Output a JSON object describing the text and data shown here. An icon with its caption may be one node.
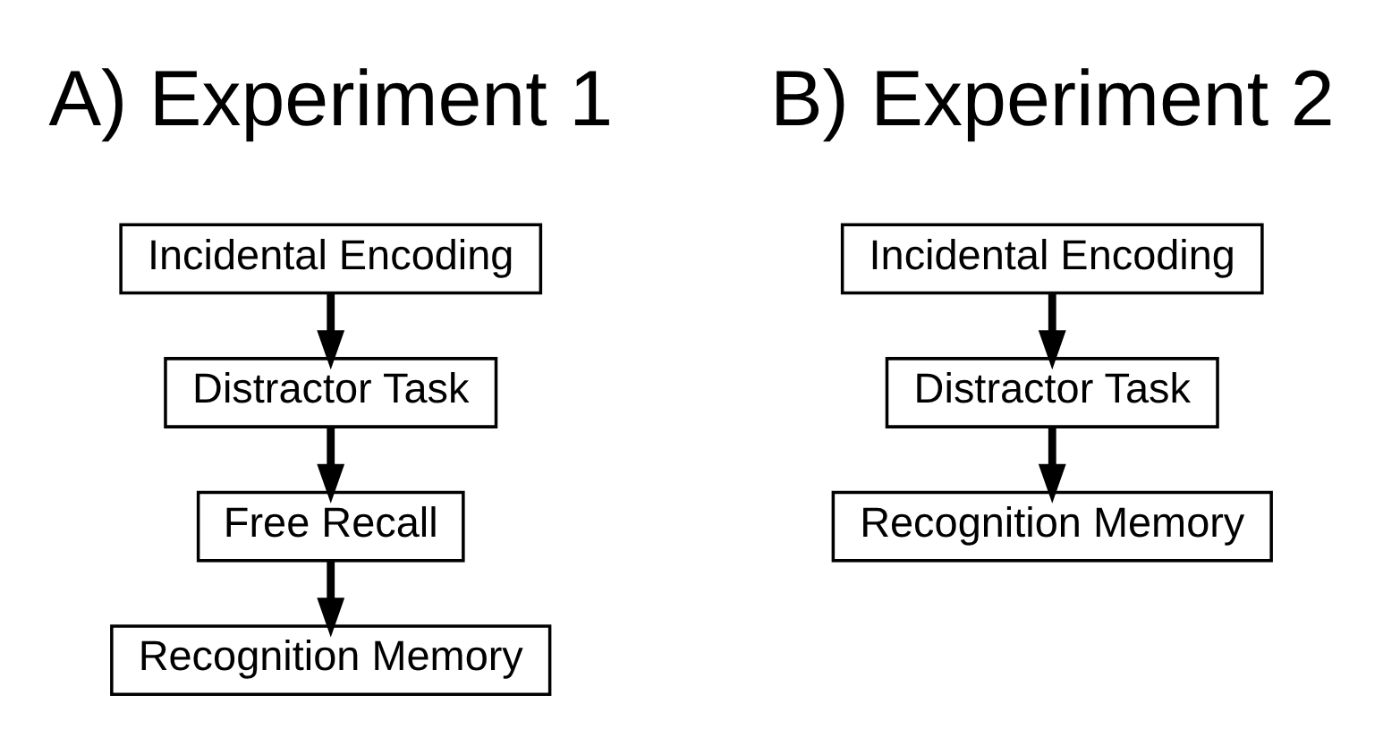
{
  "diagram": {
    "nodes": [
      {
        "text": [
          "Incidental Encoding"
        ]
      },
      {
        "text": [
          "Distractor Task"
        ]
      },
      {
        "text": [
          "Free Recall"
        ]
      },
      {
        "text": [
          "Recognition Memory"
        ]
      },
      {
        "text": [
          "Incidental Encoding"
        ]
      },
      {
        "text": [
          "Distractor Task"
        ]
      },
      {
        "text": [
          "Recognition Memory"
        ]
      }
    ],
    "edges": [
      {
        "from": 0,
        "to": 1,
        "arrow": "to"
      },
      {
        "from": 1,
        "to": 2,
        "arrow": "to"
      },
      {
        "from": 2,
        "to": 3,
        "arrow": "to"
      },
      {
        "from": 4,
        "to": 5,
        "arrow": "to"
      },
      {
        "from": 5,
        "to": 6,
        "arrow": "to"
      }
    ],
    "labels": [
      "A) Experiment 1",
      "B) Experiment 2"
    ]
  }
}
